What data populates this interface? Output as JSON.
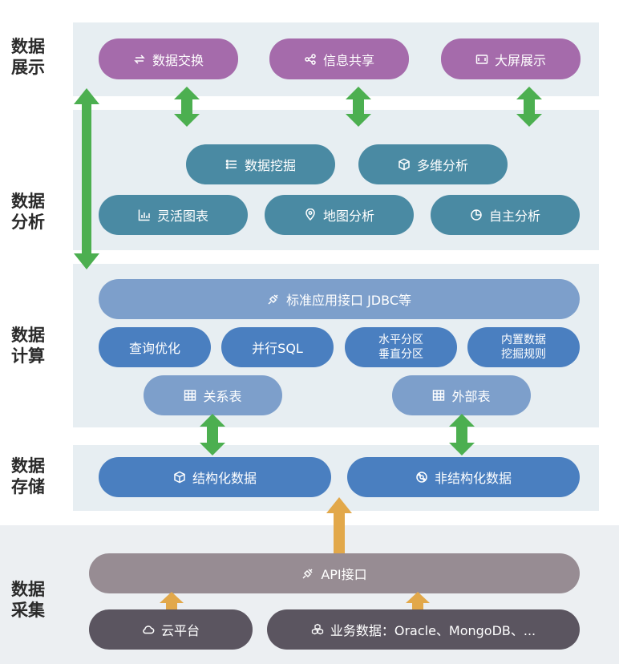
{
  "layers": {
    "display": {
      "label_line1": "数据",
      "label_line2": "展示"
    },
    "analysis": {
      "label_line1": "数据",
      "label_line2": "分析"
    },
    "compute": {
      "label_line1": "数据",
      "label_line2": "计算"
    },
    "storage": {
      "label_line1": "数据",
      "label_line2": "存储"
    },
    "collect": {
      "label_line1": "数据",
      "label_line2": "采集"
    }
  },
  "display": {
    "exchange": "数据交换",
    "share": "信息共享",
    "bigscreen": "大屏展示"
  },
  "analysis": {
    "mining": "数据挖掘",
    "multidim": "多维分析",
    "charts": "灵活图表",
    "map": "地图分析",
    "self": "自主分析"
  },
  "compute": {
    "interface": "标准应用接口 JDBC等",
    "query_opt": "查询优化",
    "parallel_sql": "并行SQL",
    "partition_line1": "水平分区",
    "partition_line2": "垂直分区",
    "builtin_line1": "内置数据",
    "builtin_line2": "挖掘规则",
    "relational": "关系表",
    "external": "外部表"
  },
  "storage": {
    "structured": "结构化数据",
    "unstructured": "非结构化数据"
  },
  "collect": {
    "api": "API接口",
    "cloud": "云平台",
    "business": "业务数据：Oracle、MongoDB、..."
  },
  "colors": {
    "purple": "#a56bab",
    "teal": "#4a8aa3",
    "light_blue": "#7d9fcb",
    "dark_blue": "#4a7fc0",
    "mauve": "#978c93",
    "dark": "#5b5560",
    "green_arrow": "#4caf50",
    "orange_arrow": "#e2a84a"
  }
}
